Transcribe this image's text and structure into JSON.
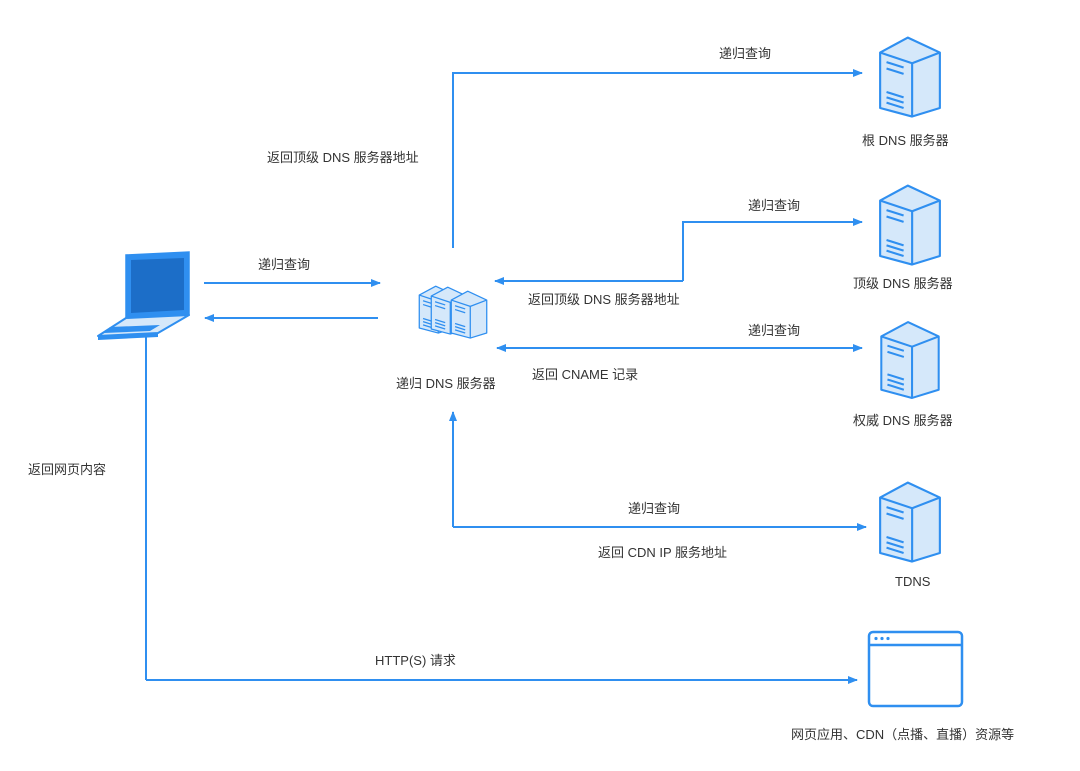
{
  "labels": {
    "root_query": "递归查询",
    "root_return": "返回顶级 DNS 服务器地址",
    "tld_query": "递归查询",
    "tld_return": "返回顶级 DNS 服务器地址",
    "auth_query": "递归查询",
    "auth_return": "返回 CNAME 记录",
    "tdns_query": "递归查询",
    "tdns_return": "返回 CDN IP 服务地址",
    "client_query": "递归查询",
    "return_page": "返回网页内容",
    "http_request": "HTTP(S) 请求"
  },
  "nodes": {
    "recursive_dns": "递归 DNS 服务器",
    "root_dns": "根 DNS 服务器",
    "tld_dns": "顶级 DNS 服务器",
    "auth_dns": "权威 DNS 服务器",
    "tdns": "TDNS",
    "web_resources": "网页应用、CDN（点播、直播）资源等"
  },
  "colors": {
    "arrow": "#2F8FF0",
    "server_fill": "#D5E8FA",
    "server_stroke": "#2F8FF0",
    "laptop": "#2F8FF0"
  }
}
